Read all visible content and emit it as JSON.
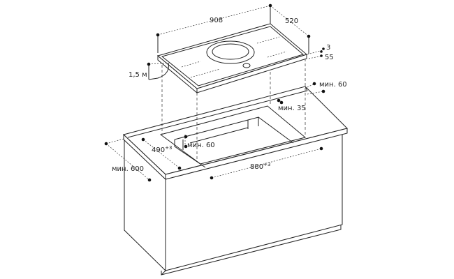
{
  "labels": {
    "width": "908",
    "depth": "520",
    "glass_thickness": "3",
    "height": "55",
    "cable_length": "1,5 м",
    "min_back_gap": "мин. 60",
    "min_side_gap": "мин. 35",
    "min_front_inner": "мин. 60",
    "cutout_depth": "490",
    "cutout_depth_tol": "+3",
    "cutout_width": "880",
    "cutout_width_tol": "+3",
    "min_worktop_depth": "мин. 600"
  }
}
